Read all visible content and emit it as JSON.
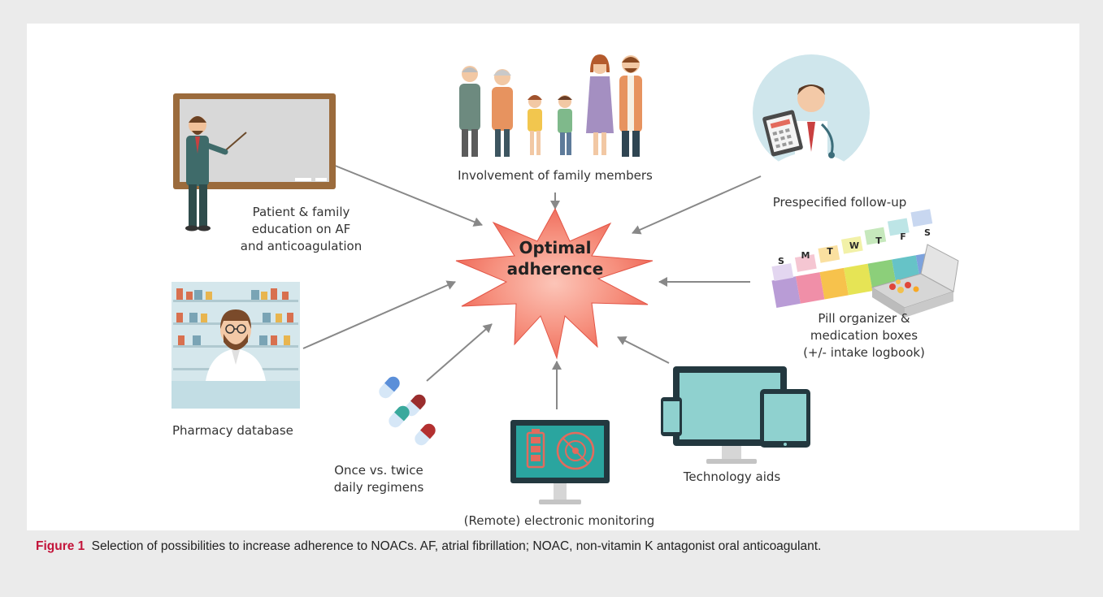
{
  "diagram": {
    "center": "Optimal\nadherence",
    "nodes": {
      "education": "Patient & family\neducation on AF\nand anticoagulation",
      "family": "Involvement of family members",
      "followup": "Prespecified follow-up",
      "pill": "Pill organizer &\nmedication boxes\n(+/- intake logbook)",
      "pharmacy": "Pharmacy database",
      "regimen": "Once vs. twice\ndaily regimens",
      "monitoring": "(Remote) electronic monitoring",
      "tech": "Technology aids"
    },
    "weekday_letters": [
      "S",
      "M",
      "T",
      "W",
      "T",
      "F",
      "S"
    ]
  },
  "caption": {
    "label": "Figure 1",
    "text": "Selection of possibilities to increase adherence to NOACs. AF, atrial fibrillation; NOAC, non-vitamin K antagonist oral anticoagulant."
  },
  "colors": {
    "starburst": "#f47a6c",
    "caption_label": "#c3143a",
    "arrow": "#888888"
  }
}
